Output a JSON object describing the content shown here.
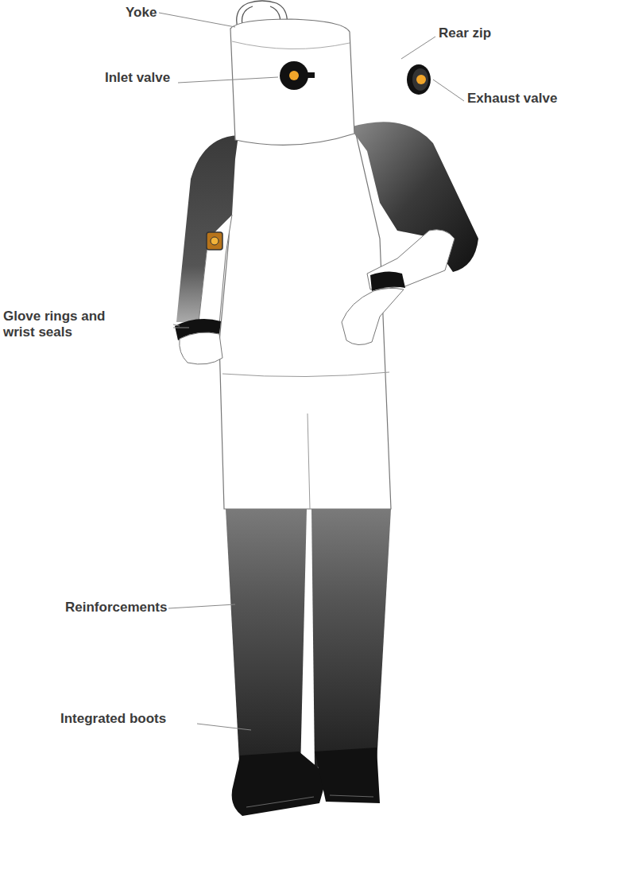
{
  "diagram": {
    "labels": [
      "Yoke",
      "Rear zip",
      "Inlet valve",
      "Exhaust valve",
      "Glove rings and wrist seals",
      "Reinforcements",
      "Integrated boots"
    ]
  }
}
